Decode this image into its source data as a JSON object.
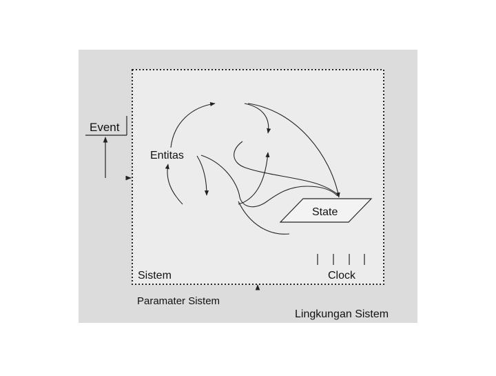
{
  "labels": {
    "event": "Event",
    "entitas": "Entitas",
    "state": "State",
    "sistem": "Sistem",
    "clock": "Clock",
    "parameter": "Paramater Sistem",
    "lingkungan": "Lingkungan Sistem"
  },
  "colors": {
    "outer_background": "#dcdcdc",
    "system_background": "#ececec",
    "stroke": "#222222",
    "state_fill": "#f3f3f3"
  }
}
